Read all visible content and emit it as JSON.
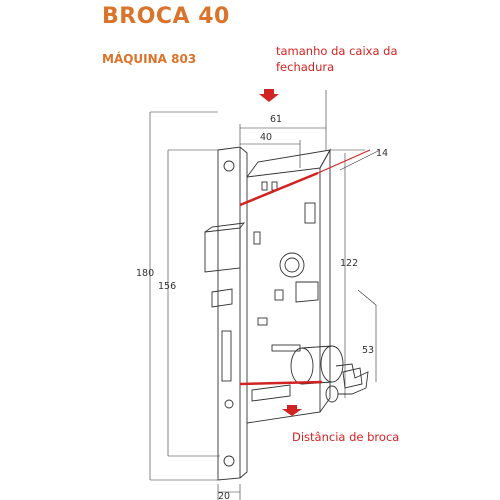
{
  "title": "BROCA 40",
  "subtitle": "MÁQUINA 803",
  "annotations": {
    "box_size_line1": "tamanho da caixa da",
    "box_size_line2": "fechadura",
    "backset": "Distância de broca"
  },
  "dimensions": {
    "d61": "61",
    "d40": "40",
    "d14": "14",
    "d122": "122",
    "d180": "180",
    "d156": "156",
    "d53": "53",
    "d20": "20"
  },
  "colors": {
    "title": "#d9742a",
    "highlight": "#d22323",
    "drawing": "#333333"
  }
}
